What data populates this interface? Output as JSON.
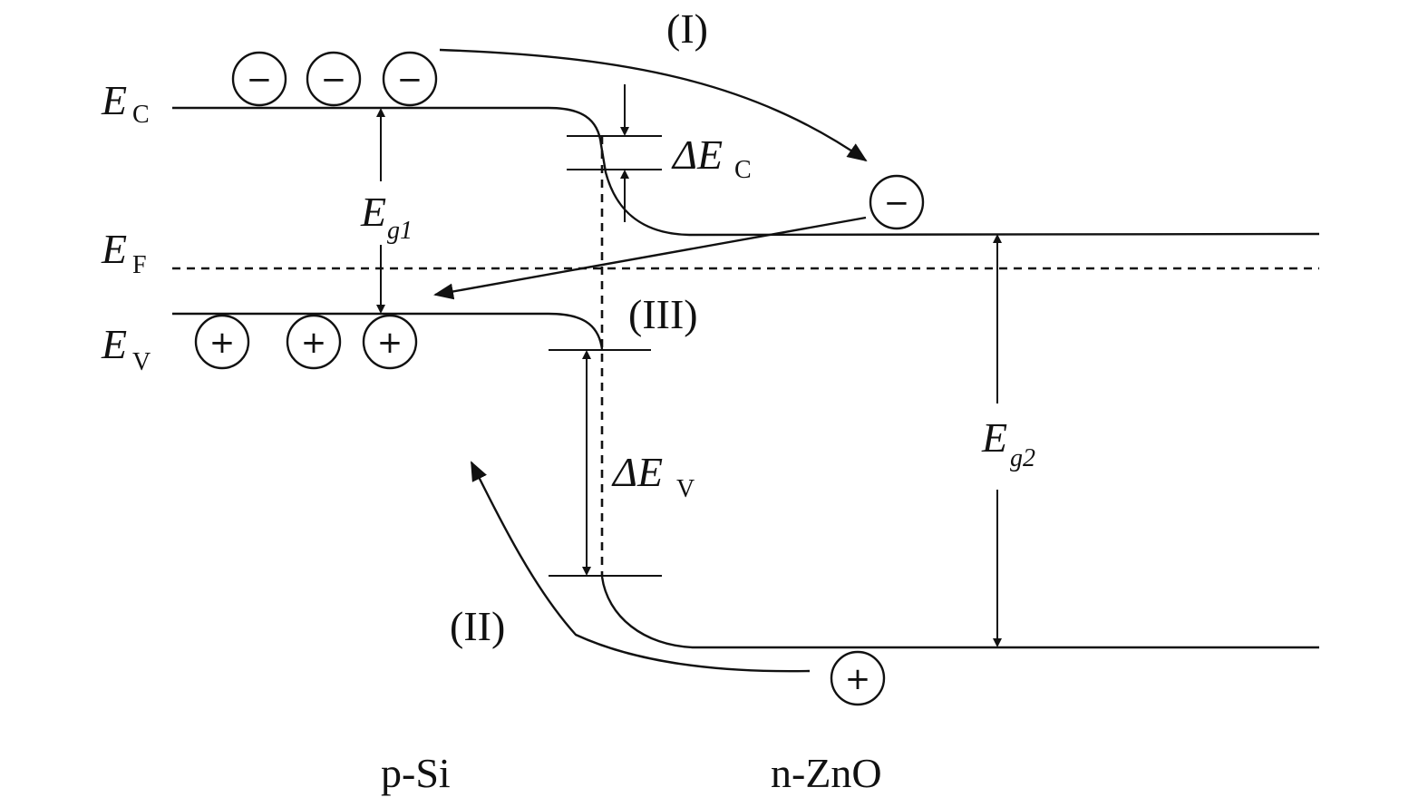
{
  "levels": {
    "ec": {
      "main": "E",
      "sub": "C"
    },
    "ef": {
      "main": "E",
      "sub": "F"
    },
    "ev": {
      "main": "E",
      "sub": "V"
    }
  },
  "gaps": {
    "eg1": {
      "main": "E",
      "sub": "g1"
    },
    "eg2": {
      "main": "E",
      "sub": "g2"
    },
    "delta_ec": {
      "main": "ΔE",
      "sub": "C"
    },
    "delta_ev": {
      "main": "ΔE",
      "sub": "V"
    }
  },
  "processes": {
    "p1": "(I)",
    "p2": "(II)",
    "p3": "(III)"
  },
  "carriers": {
    "electron": "−",
    "hole": "+"
  },
  "materials": {
    "left": "p-Si",
    "right": "n-ZnO"
  }
}
